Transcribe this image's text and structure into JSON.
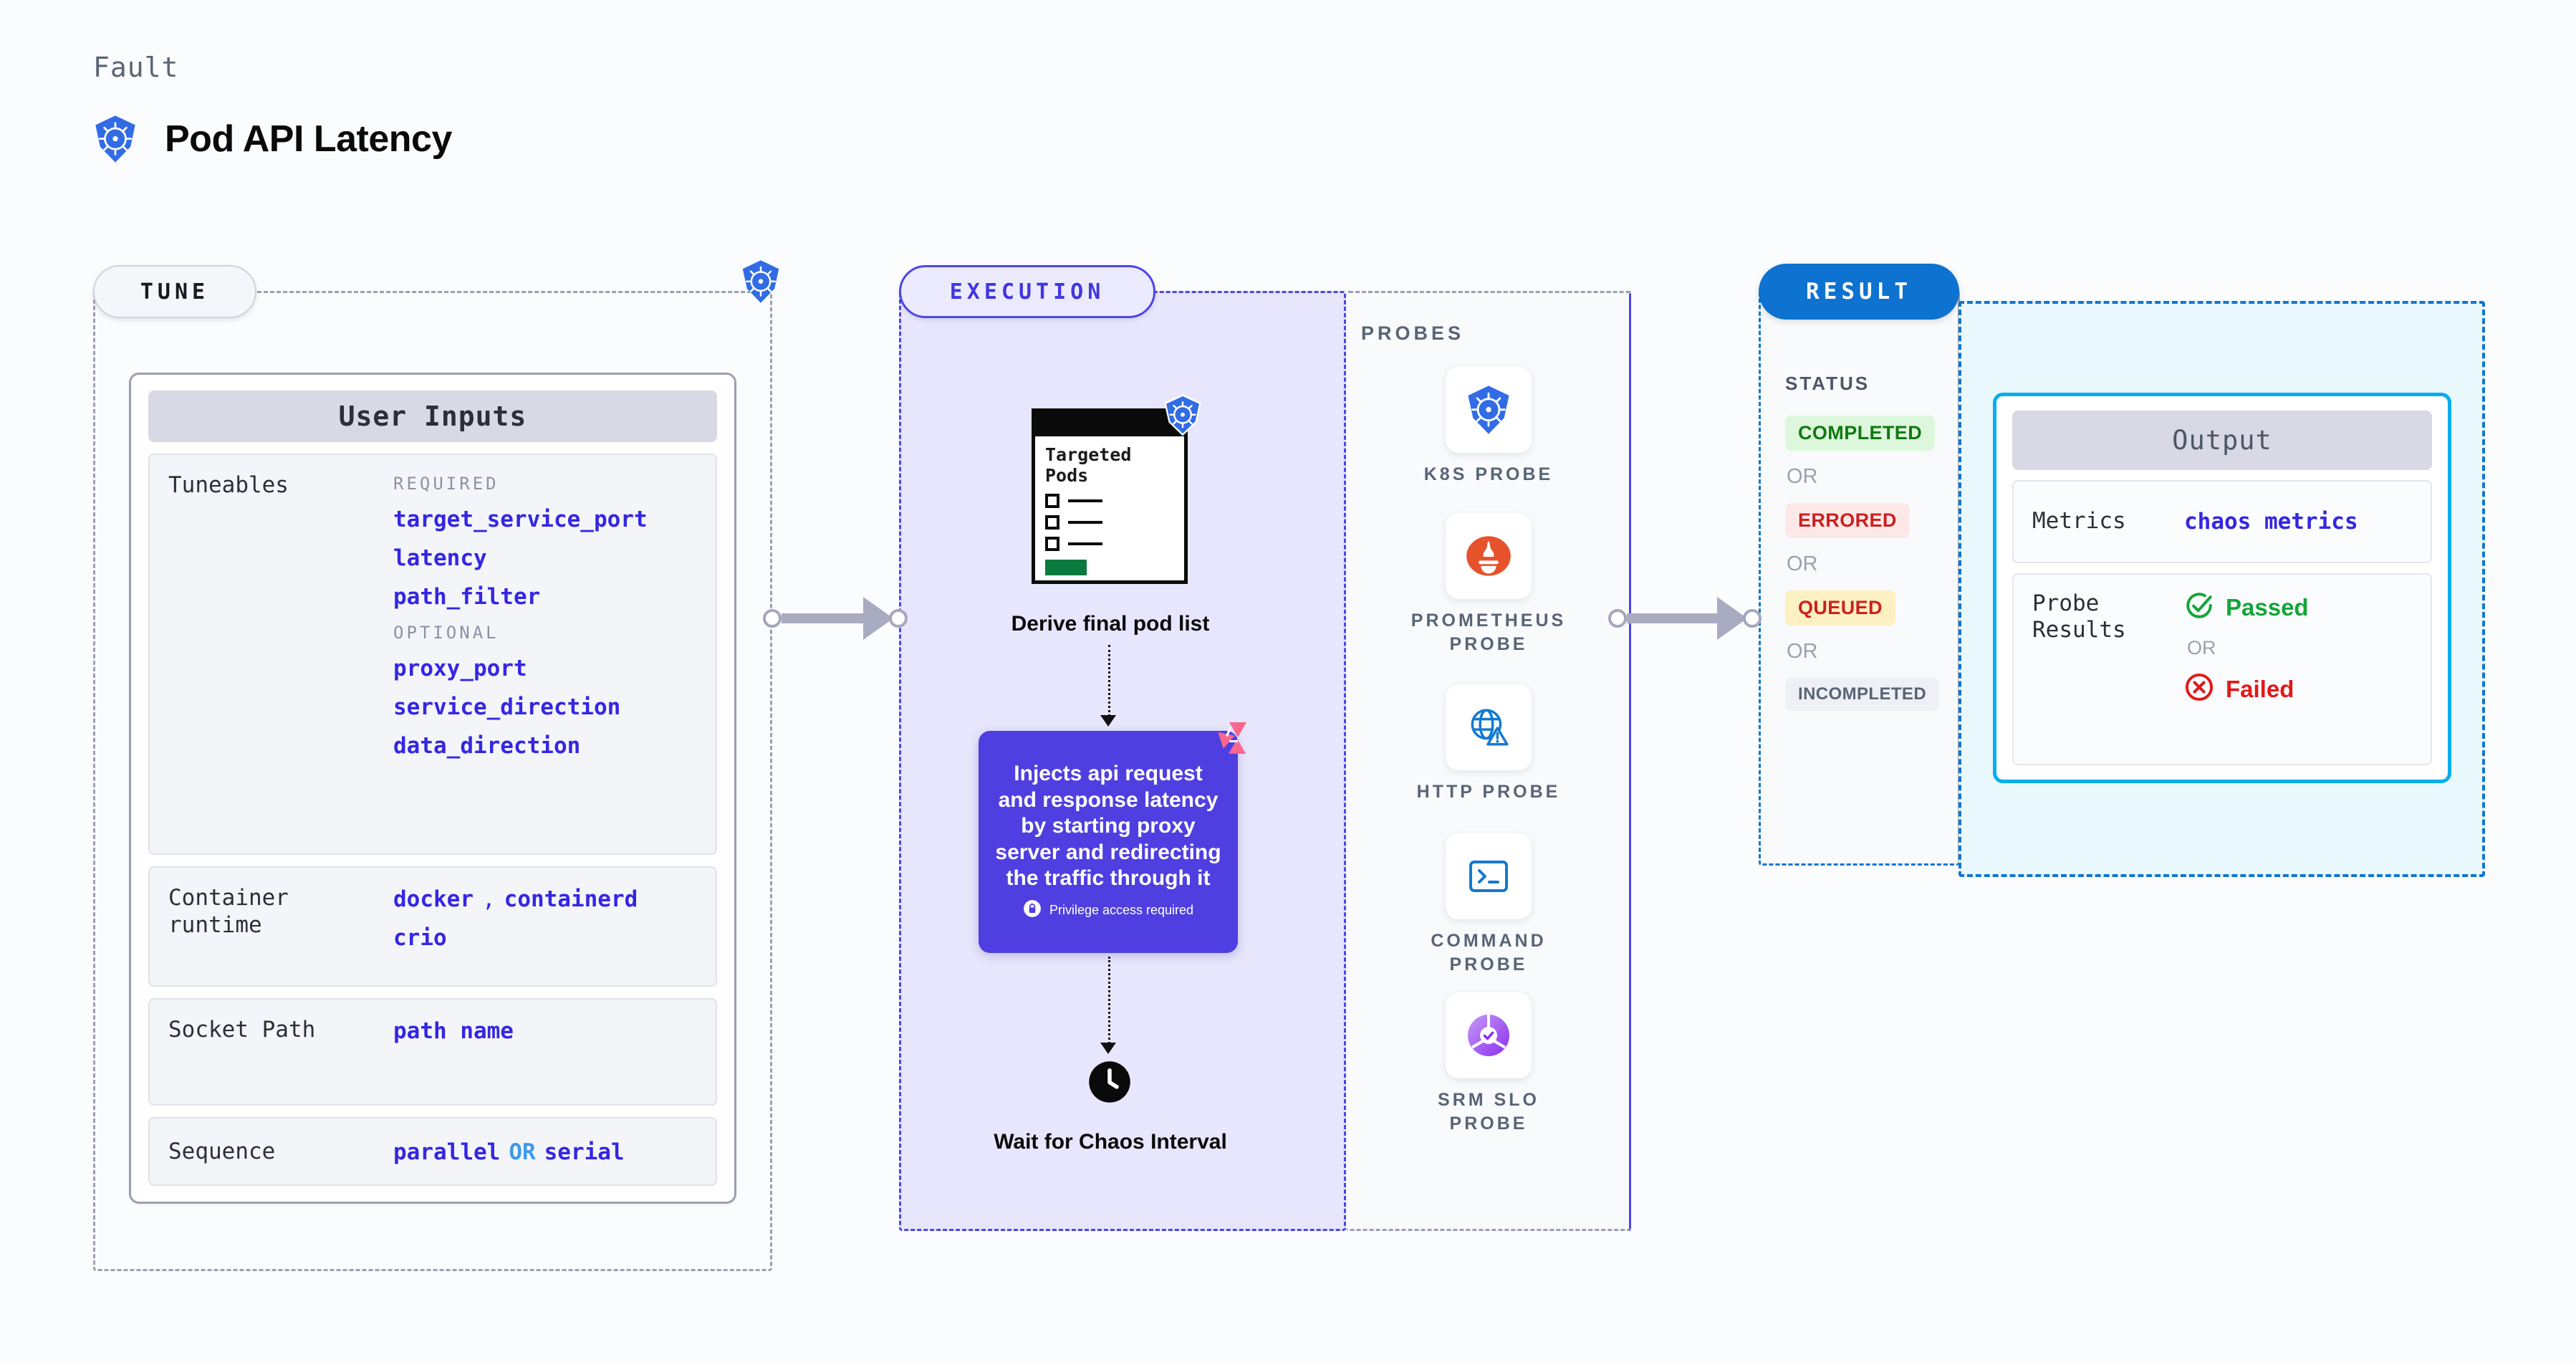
{
  "header": {
    "eyebrow": "Fault",
    "title": "Pod API Latency",
    "icon": "kubernetes-icon"
  },
  "sections": {
    "tune": {
      "pill": "TUNE"
    },
    "execution": {
      "pill": "EXECUTION"
    },
    "result": {
      "pill": "RESULT"
    }
  },
  "tune": {
    "card_title": "User Inputs",
    "rows": [
      {
        "label": "Tuneables",
        "groups": [
          {
            "tag": "REQUIRED",
            "values": [
              "target_service_port",
              "latency",
              "path_filter"
            ]
          },
          {
            "tag": "OPTIONAL",
            "values": [
              "proxy_port",
              "service_direction",
              "data_direction"
            ]
          }
        ]
      },
      {
        "label": "Container runtime",
        "values_line1": [
          "docker",
          "containerd"
        ],
        "separator": ",",
        "values_line2": [
          "crio"
        ]
      },
      {
        "label": "Socket Path",
        "value": "path name"
      },
      {
        "label": "Sequence",
        "value_left": "parallel",
        "operator": "OR",
        "value_right": "serial"
      }
    ]
  },
  "execution": {
    "pods_card": {
      "title": "Targeted Pods",
      "checkbox_count": 3,
      "icon": "kubernetes-icon"
    },
    "step_derive": "Derive final pod list",
    "inject": {
      "text": "Injects api request and response latency by starting proxy server and redirecting the traffic through it",
      "privilege_note": "Privilege access required",
      "privilege_icon": "lock-icon",
      "brand_icon": "litmus-icon",
      "color": "#4f3fe0"
    },
    "step_wait": "Wait for Chaos Interval",
    "wait_icon": "clock-icon"
  },
  "probes": {
    "title": "PROBES",
    "items": [
      {
        "name": "K8S PROBE",
        "icon": "kubernetes-icon"
      },
      {
        "name": "PROMETHEUS PROBE",
        "icon": "prometheus-icon"
      },
      {
        "name": "HTTP PROBE",
        "icon": "globe-warning-icon"
      },
      {
        "name": "COMMAND PROBE",
        "icon": "terminal-icon"
      },
      {
        "name": "SRM SLO PROBE",
        "icon": "slo-donut-icon"
      }
    ]
  },
  "result": {
    "status_title": "STATUS",
    "or_label": "OR",
    "statuses": [
      {
        "label": "COMPLETED",
        "color": "#117a11",
        "bg": "#ddf7dd"
      },
      {
        "label": "ERRORED",
        "color": "#cc2020",
        "bg": "#fde8e8"
      },
      {
        "label": "QUEUED",
        "color": "#cc2020",
        "bg": "#fdf0c2"
      },
      {
        "label": "INCOMPLETED",
        "color": "#5a6475",
        "bg": "#eef0f5"
      }
    ]
  },
  "output": {
    "card_title": "Output",
    "metrics_label": "Metrics",
    "metrics_value": "chaos metrics",
    "probe_results_label": "Probe Results",
    "passed_label": "Passed",
    "failed_label": "Failed",
    "or_label": "OR",
    "passed_icon": "check-circle-icon",
    "failed_icon": "x-circle-icon"
  },
  "colors": {
    "accent_purple": "#4f46e5",
    "accent_blue": "#0d72d0",
    "accent_cyan": "#06aeee",
    "code_blue": "#3526e3",
    "k8s_blue": "#326ce5",
    "prometheus_orange": "#e6522c",
    "litmus_pink": "#f9678f"
  }
}
